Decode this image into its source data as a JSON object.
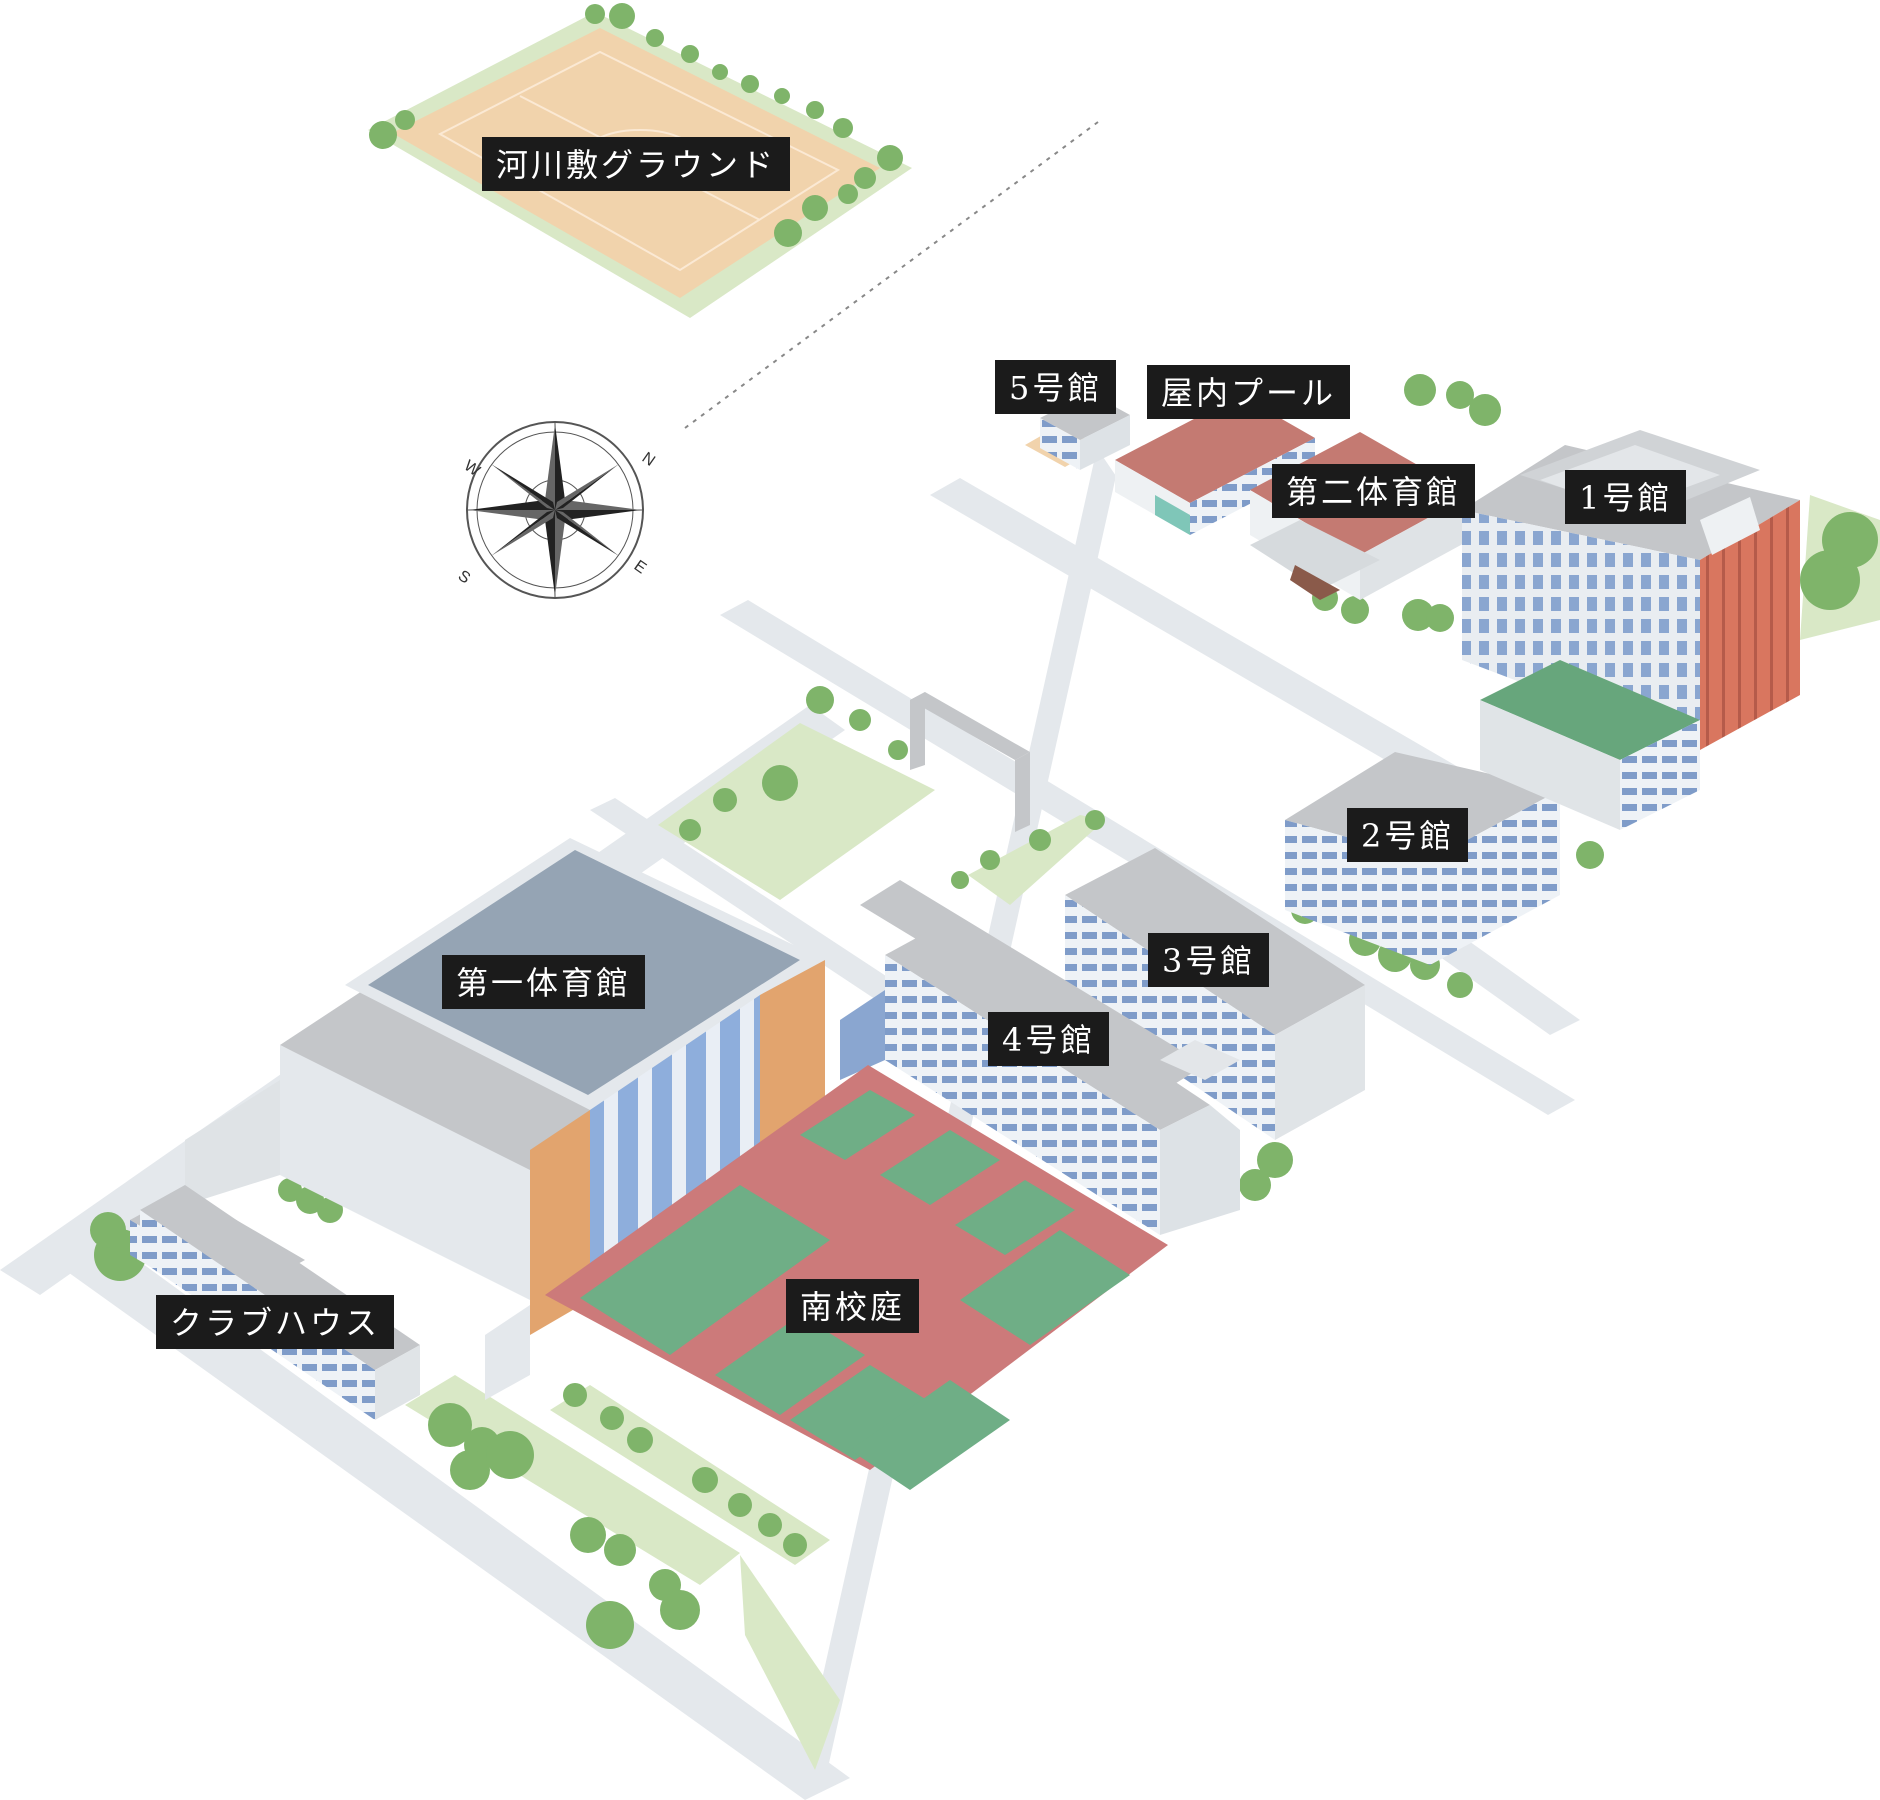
{
  "map": {
    "labels": {
      "riverside_ground": "河川敷グラウンド",
      "building_5": "5号館",
      "indoor_pool": "屋内プール",
      "second_gym": "第二体育館",
      "building_1": "1号館",
      "building_2": "2号館",
      "building_3": "3号館",
      "building_4": "4号館",
      "first_gym": "第一体育館",
      "south_courtyard": "南校庭",
      "club_house": "クラブハウス"
    },
    "compass": {
      "north": "N",
      "south": "S",
      "east": "E",
      "west": "W"
    },
    "colors": {
      "road": "#e4e8ec",
      "green": "#d9e8c6",
      "tree": "#7fb46a",
      "court_red": "#cc7a7a",
      "court_green": "#6fae86",
      "building_wall": "#ecf0f3",
      "building_roof": "#c4c6c9",
      "window_blue": "#7f9cc9",
      "gym_roof": "#95a4b4",
      "pool_roof": "#c47a72",
      "orange_wall": "#e2a46e",
      "ground": "#f1d3ac",
      "label_bg": "#1b1b1b"
    }
  }
}
